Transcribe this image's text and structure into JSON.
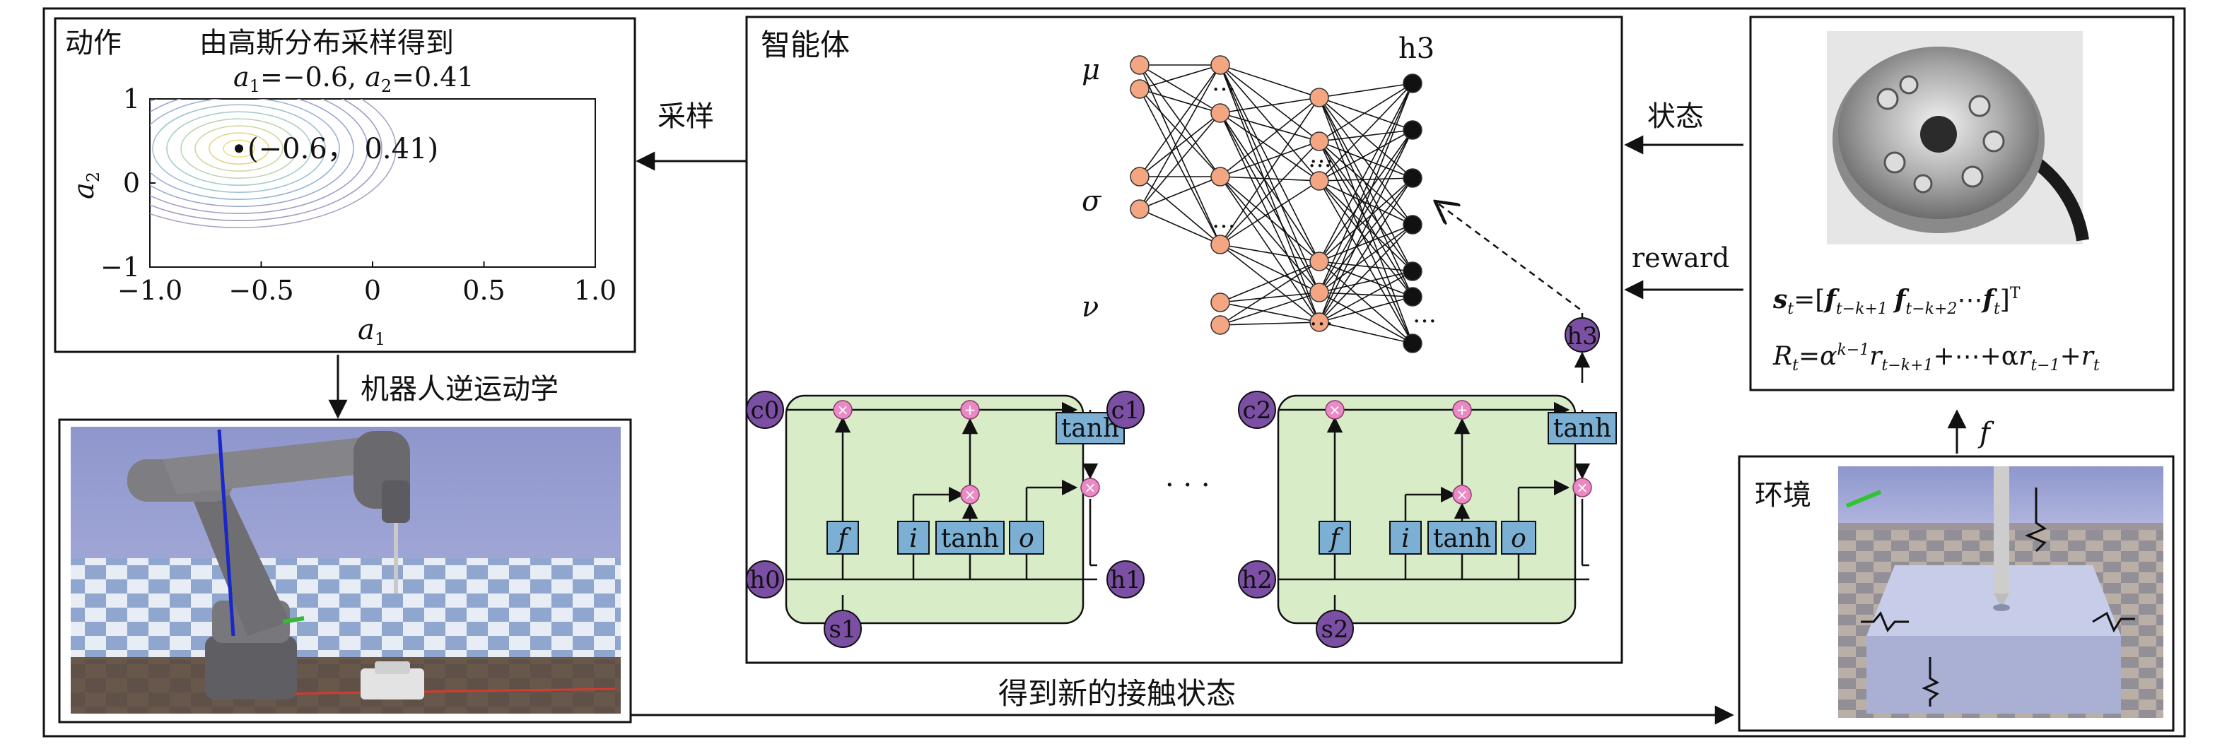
{
  "action_panel": {
    "title": "动作",
    "sampling_caption": "由高斯分布采样得到",
    "values_a1": "a",
    "values_a1_sub": "1",
    "values_a1_val": "=−0.6, ",
    "values_a2": "a",
    "values_a2_sub": "2",
    "values_a2_val": "=0.41",
    "point_label": "(−0.6，   0.41)",
    "xlabel": "a",
    "xlabel_sub": "1",
    "ylabel": "a",
    "ylabel_sub": "2",
    "xticks": [
      "−1.0",
      "−0.5",
      "0",
      "0.5",
      "1.0"
    ],
    "yticks": [
      "1",
      "0",
      "−1"
    ]
  },
  "chart_data": {
    "type": "scatter",
    "x": [
      -0.6
    ],
    "y": [
      0.41
    ],
    "xlim": [
      -1.0,
      1.0
    ],
    "ylim": [
      -1,
      1
    ],
    "xlabel": "a1",
    "ylabel": "a2",
    "background": "gaussian contour lines"
  },
  "edges": {
    "sample": "采样",
    "ik": "机器人逆运动学",
    "state": "状态",
    "reward": "reward",
    "f": "f",
    "new_state": "得到新的接触状态"
  },
  "agent": {
    "title": "智能体",
    "mu": "μ",
    "sigma": "σ",
    "nu": "ν",
    "h3_top": "h3",
    "h3_node": "h3",
    "ellipsis": "…",
    "between_cells": "· · ·"
  },
  "lstm1": {
    "c_in": "c0",
    "c_out": "c1",
    "h_in": "h0",
    "h_out": "h1",
    "s": "s1",
    "gate_f": "f",
    "gate_i": "i",
    "gate_tanh": "tanh",
    "gate_o": "o",
    "tanh_top": "tanh",
    "mul": "×",
    "add": "+"
  },
  "lstm2": {
    "c_in": "c2",
    "h_in": "h2",
    "s": "s2",
    "gate_f": "f",
    "gate_i": "i",
    "gate_tanh": "tanh",
    "gate_o": "o",
    "tanh_top": "tanh",
    "mul": "×",
    "add": "+"
  },
  "state_panel": {
    "s_line": "s",
    "s_sub": "t",
    "s_eq": "=[",
    "f1": "f",
    "f1_sub": "t−k+1",
    "f2": "f",
    "f2_sub": "t−k+2",
    "dots": "⋯",
    "f3": "f",
    "f3_sub": "t",
    "s_close": "]",
    "s_sup": "T",
    "r_line_R": "R",
    "r_sub": "t",
    "r_eq": "=α",
    "r_sup": "k−1",
    "r_r1": "r",
    "r_r1_sub": "t−k+1",
    "r_plus": "+⋯+α",
    "r_r2": "r",
    "r_r2_sub": "t−1",
    "r_plus2": "+",
    "r_r3": "r",
    "r_r3_sub": "t"
  },
  "env_panel": {
    "title": "环境"
  },
  "colors": {
    "neuron": "#f4a582",
    "output_neuron": "#111111",
    "purple_node": "#7b4fa3",
    "gate_blue": "#7bafd4",
    "lstm_green": "#d9ecc8",
    "pink_op": "#e98ac4"
  }
}
